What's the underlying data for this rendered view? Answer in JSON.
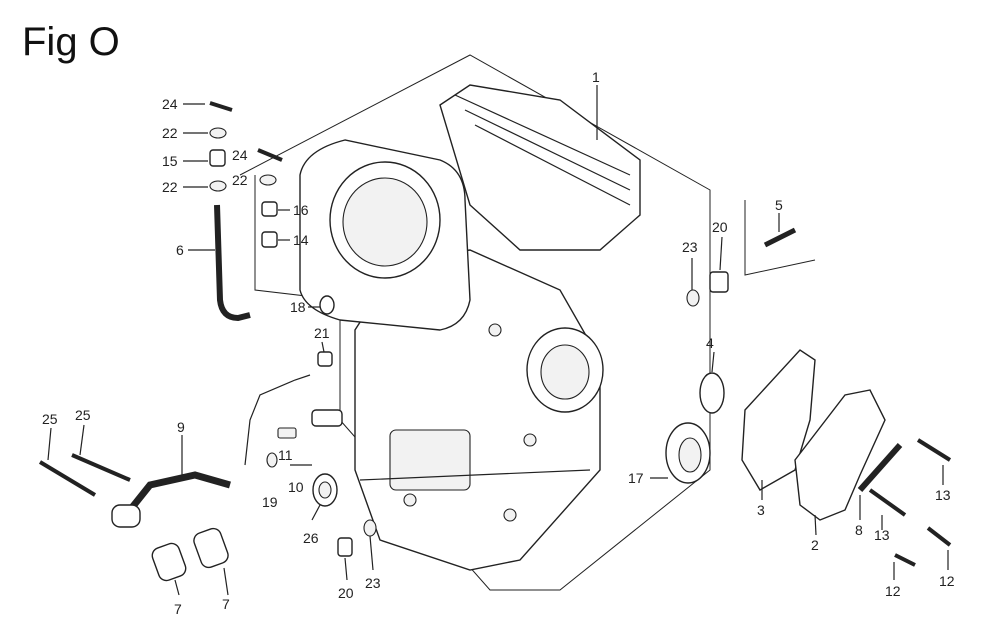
{
  "figure": {
    "title": "Fig O"
  },
  "callouts": {
    "c1": "1",
    "c2": "2",
    "c3": "3",
    "c4": "4",
    "c5": "5",
    "c6": "6",
    "c7a": "7",
    "c7b": "7",
    "c8": "8",
    "c9": "9",
    "c10": "10",
    "c11": "11",
    "c12a": "12",
    "c12b": "12",
    "c13a": "13",
    "c13b": "13",
    "c14": "14",
    "c15": "15",
    "c16": "16",
    "c17": "17",
    "c18": "18",
    "c19": "19",
    "c20a": "20",
    "c20b": "20",
    "c21": "21",
    "c22a": "22",
    "c22b": "22",
    "c22c": "22",
    "c23a": "23",
    "c23b": "23",
    "c24a": "24",
    "c24b": "24",
    "c25a": "25",
    "c25b": "25",
    "c26": "26"
  }
}
